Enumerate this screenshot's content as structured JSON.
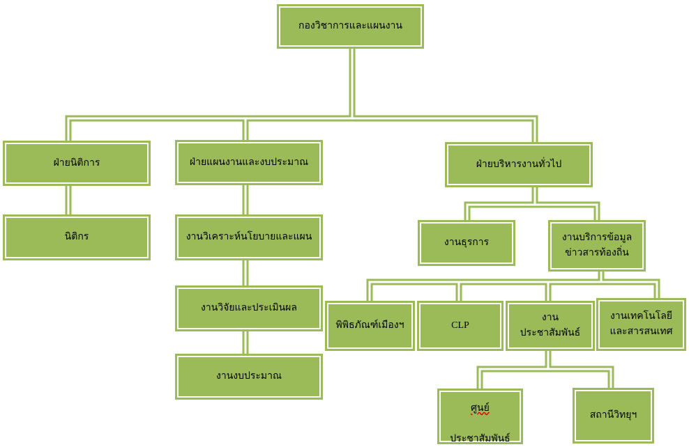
{
  "org_chart": {
    "root": "กองวิชาการและแผนงาน",
    "legal_division": "ฝ่ายนิติการ",
    "plan_division": "ฝ่ายแผนงานและงบประมาณ",
    "admin_division": "ฝ่ายบริหารงานทั่วไป",
    "legal_unit": "นิติกร",
    "policy_unit": "งานวิเคราะห์นโยบายและแผน",
    "research_unit": "งานวิจัยและประเมินผล",
    "budget_unit": "งานงบประมาณ",
    "clerical_unit": "งานธุรการ",
    "info_unit": "งานบริการข้อมูล\nข่าวสารท้องถิ่น",
    "museum_unit": "พิพิธภัณฑ์เมืองฯ",
    "clp_unit": "CLP",
    "pr_unit": "งาน\nประชาสัมพันธ์",
    "tech_unit": "งานเทคโนโลยี\nและสารสนเทศ",
    "pr_center_line1": "ศูนย์",
    "pr_center_line2": "ประชาสัมพันธ์",
    "radio_unit": "สถานีวิทยุฯ"
  },
  "colors": {
    "box_fill": "#9bbb59",
    "box_inner_border": "#ffffff",
    "connector": "#9bbb59",
    "text": "#000000",
    "spellcheck_underline": "#e00000"
  }
}
